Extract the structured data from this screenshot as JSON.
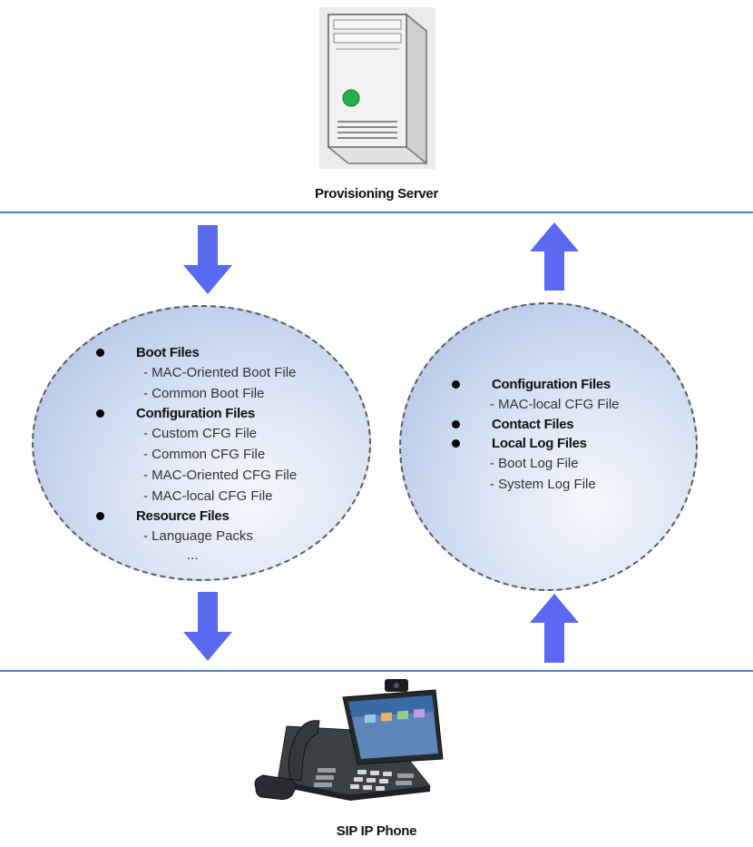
{
  "server": {
    "caption": "Provisioning Server",
    "icon": "server-tower-icon"
  },
  "phone": {
    "caption": "SIP IP Phone",
    "icon": "sip-phone-icon"
  },
  "download_group": {
    "items": [
      {
        "title": "Boot Files",
        "subitems": [
          "- MAC-Oriented Boot File",
          "- Common Boot File"
        ]
      },
      {
        "title": "Configuration Files",
        "subitems": [
          "- Custom CFG File",
          "- Common CFG File",
          "- MAC-Oriented CFG File",
          "- MAC-local CFG File"
        ]
      },
      {
        "title": "Resource Files",
        "subitems": [
          "- Language Packs"
        ]
      }
    ],
    "more": "..."
  },
  "upload_group": {
    "items": [
      {
        "title": "Configuration Files",
        "subitems": [
          "- MAC-local CFG File"
        ]
      },
      {
        "title": "Contact Files",
        "subitems": []
      },
      {
        "title": "Local Log Files",
        "subitems": [
          "- Boot Log File",
          "- System Log File"
        ]
      }
    ]
  },
  "colors": {
    "line": "#4a7fd0",
    "arrow": "#3d4ff0",
    "bubble": "#a8bde3"
  }
}
